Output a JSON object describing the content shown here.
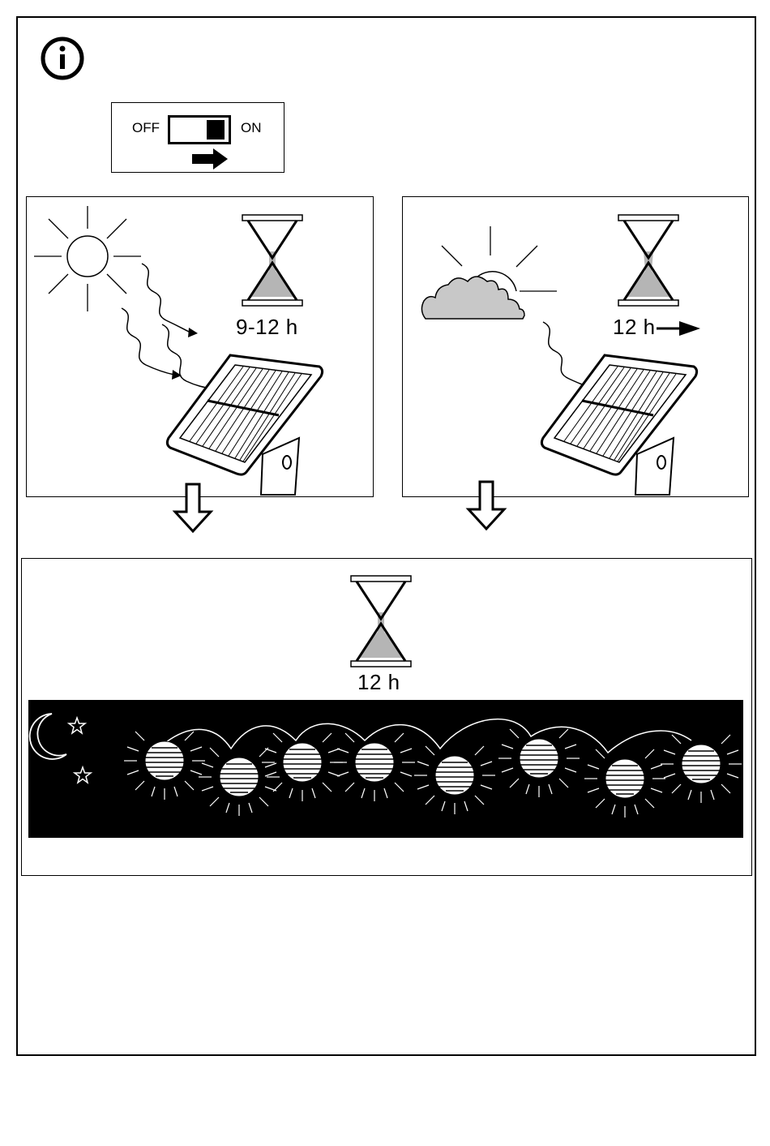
{
  "info_icon": "info-icon",
  "switch": {
    "off_label": "OFF",
    "on_label": "ON",
    "icon": "arrow-right-icon"
  },
  "panel_sunny": {
    "duration": "9-12 h",
    "icons": [
      "sun-icon",
      "hourglass-icon",
      "solar-panel-icon"
    ]
  },
  "panel_cloudy": {
    "duration": "12 h",
    "icons": [
      "cloud-icon",
      "hourglass-icon",
      "solar-panel-icon",
      "arrow-right-icon"
    ]
  },
  "bottom": {
    "duration": "12 h",
    "icons": [
      "hourglass-icon",
      "moon-icon",
      "star-icon",
      "lantern-icon"
    ]
  },
  "colors": {
    "sand": "#b5b5b5",
    "cloud": "#c8c8c8",
    "night": "#000000"
  }
}
